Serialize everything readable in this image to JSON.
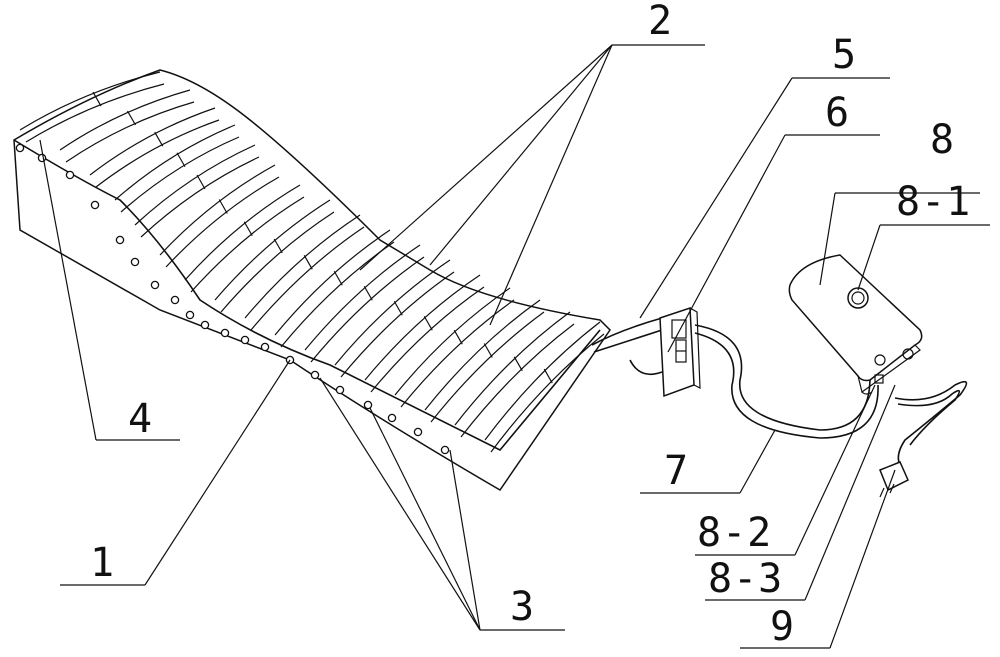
{
  "labels": {
    "l1": "1",
    "l2": "2",
    "l3": "3",
    "l4": "4",
    "l5": "5",
    "l6": "6",
    "l7": "7",
    "l8": "8",
    "l8_1": "8-1",
    "l8_2": "8-2",
    "l8_3": "8-3",
    "l9": "9"
  }
}
